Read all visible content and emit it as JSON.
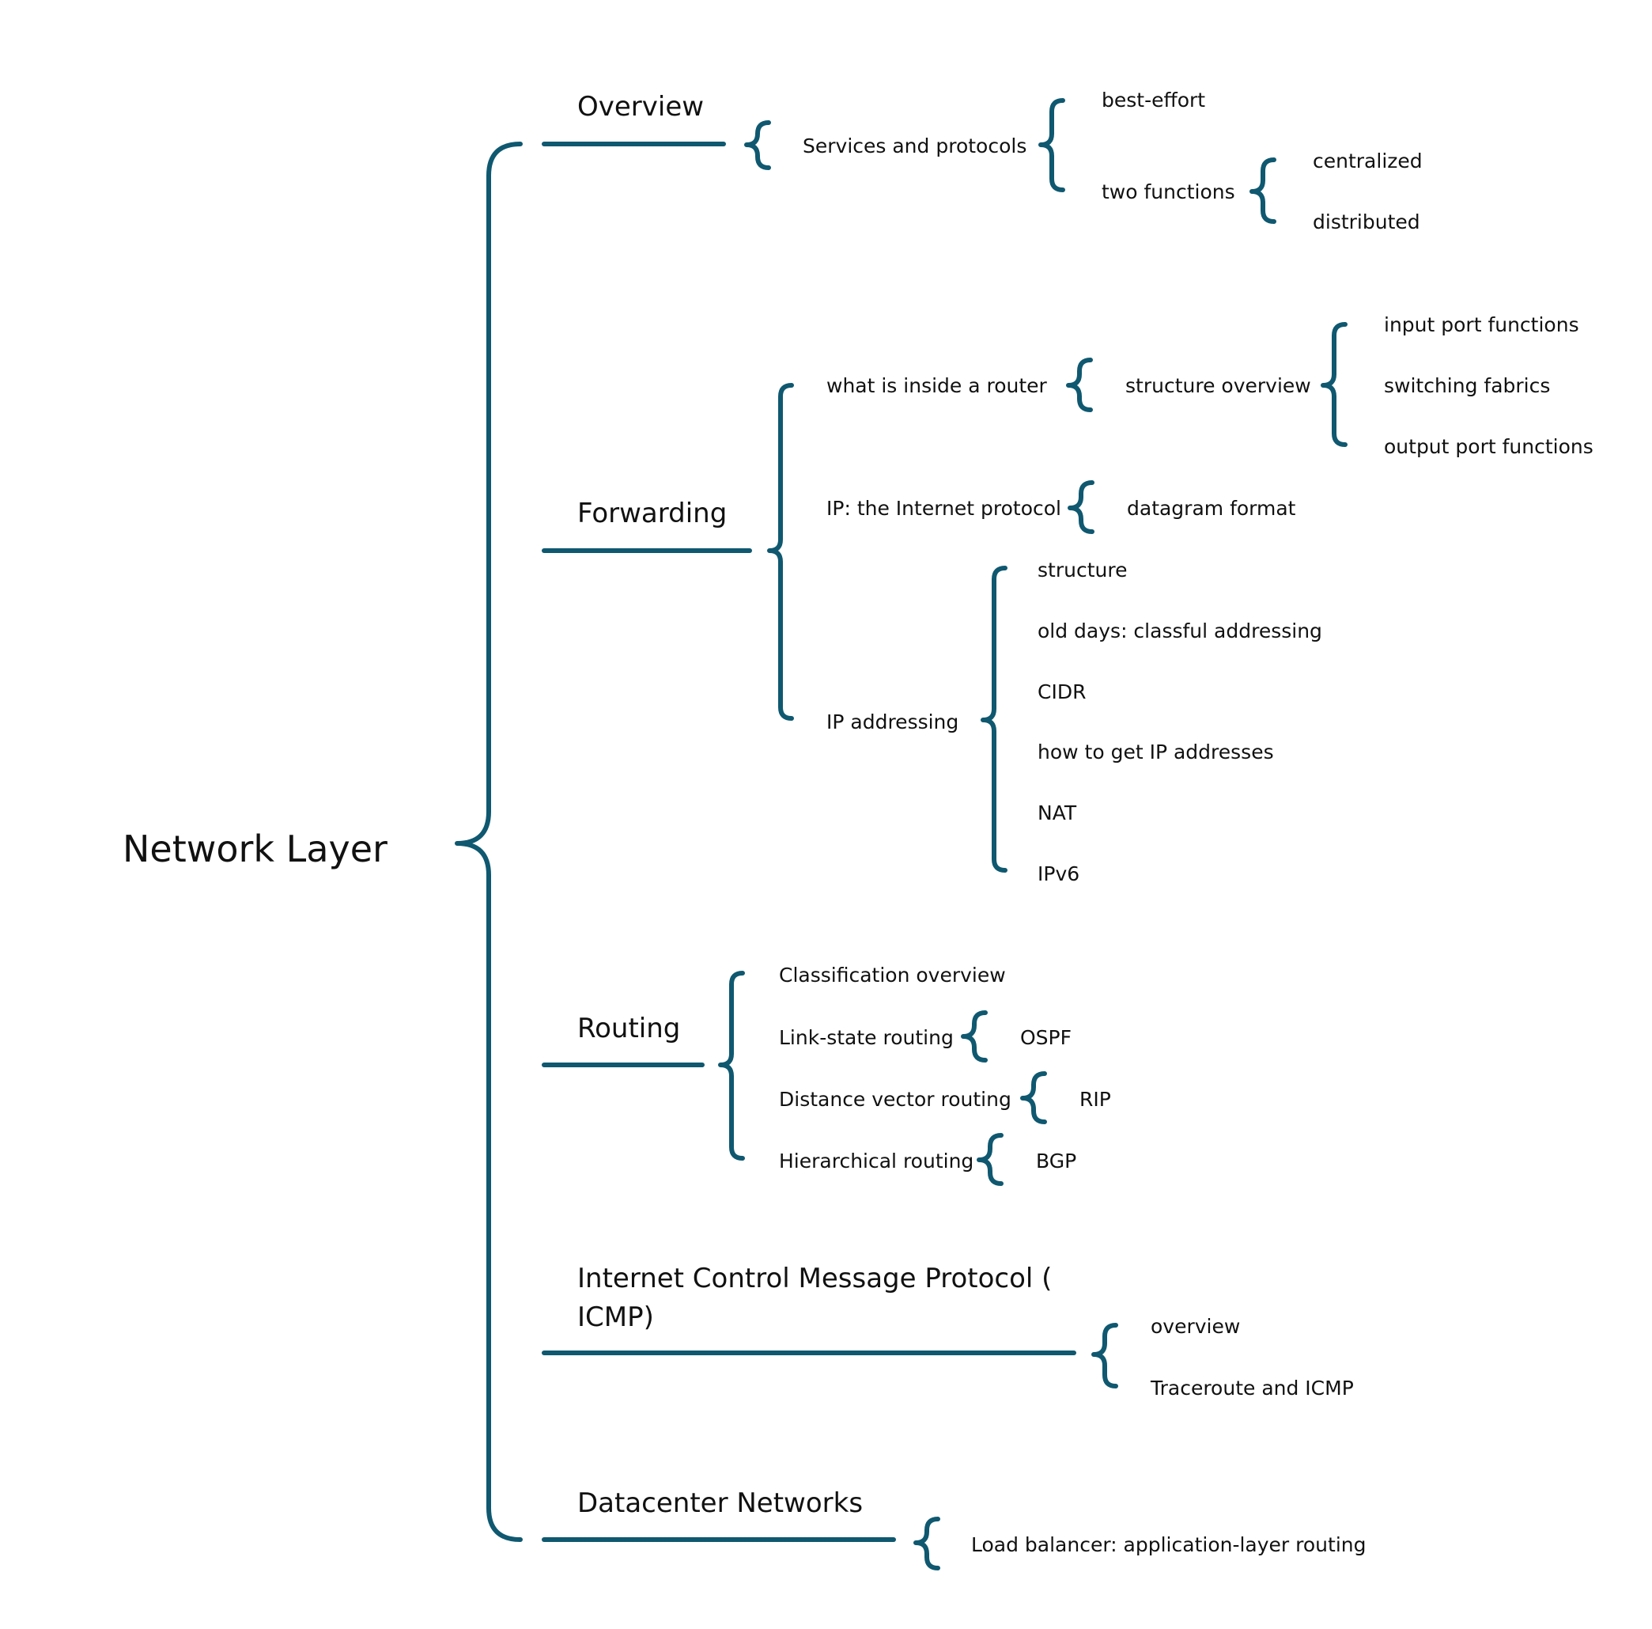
{
  "colors": {
    "stroke": "#0f5870",
    "text": "#111111",
    "background": "#ffffff"
  },
  "root": "Network Layer",
  "overview": {
    "title": "Overview",
    "services": "Services and protocols",
    "best_effort": "best-effort",
    "two_functions": "two functions",
    "centralized": "centralized",
    "distributed": "distributed"
  },
  "forwarding": {
    "title": "Forwarding",
    "router": "what is inside a router",
    "structure_overview": "structure overview",
    "input_port": "input port functions",
    "switching": "switching fabrics",
    "output_port": "output port functions",
    "ip_protocol": "IP: the Internet protocol",
    "datagram": "datagram format",
    "ip_addressing": "IP addressing",
    "structure": "structure",
    "classful": "old days: classful addressing",
    "cidr": "CIDR",
    "get_ip": "how to get IP addresses",
    "nat": "NAT",
    "ipv6": "IPv6"
  },
  "routing": {
    "title": "Routing",
    "classification": "Classification overview",
    "link_state": "Link-state routing",
    "ospf": "OSPF",
    "distance_vector": "Distance vector routing",
    "rip": "RIP",
    "hierarchical": "Hierarchical routing",
    "bgp": "BGP"
  },
  "icmp": {
    "title": "Internet Control Message Protocol ( ICMP)",
    "overview": "overview",
    "traceroute": "Traceroute and ICMP"
  },
  "datacenter": {
    "title": "Datacenter Networks",
    "load_balancer": "Load balancer: application-layer routing"
  }
}
